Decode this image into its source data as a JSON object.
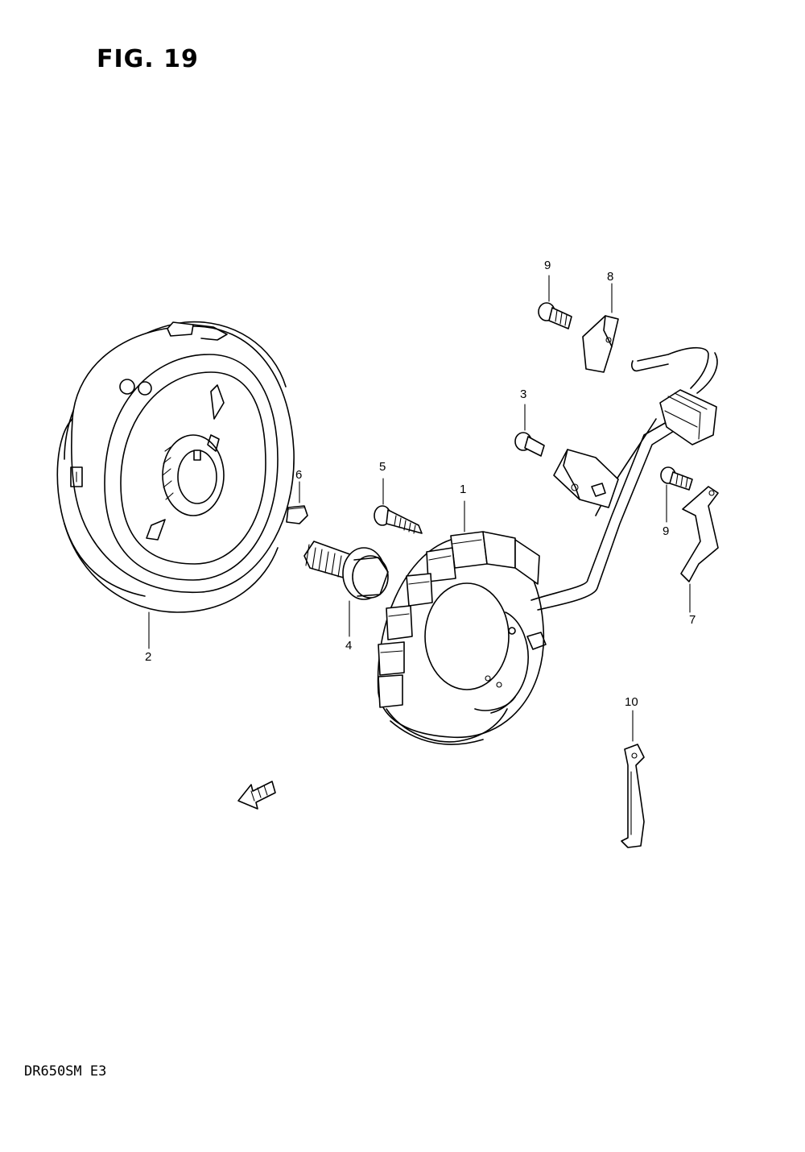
{
  "figure": {
    "title": "FIG. 19",
    "model_code": "DR650SM  E3"
  },
  "callouts": [
    {
      "key": "c1",
      "label": "1"
    },
    {
      "key": "c2",
      "label": "2"
    },
    {
      "key": "c3",
      "label": "3"
    },
    {
      "key": "c4",
      "label": "4"
    },
    {
      "key": "c5",
      "label": "5"
    },
    {
      "key": "c6",
      "label": "6"
    },
    {
      "key": "c7",
      "label": "7"
    },
    {
      "key": "c8",
      "label": "8"
    },
    {
      "key": "c9a",
      "label": "9"
    },
    {
      "key": "c9b",
      "label": "9"
    },
    {
      "key": "c10",
      "label": "10"
    }
  ],
  "icons": {
    "front_arrow": "front-direction-arrow-icon"
  }
}
